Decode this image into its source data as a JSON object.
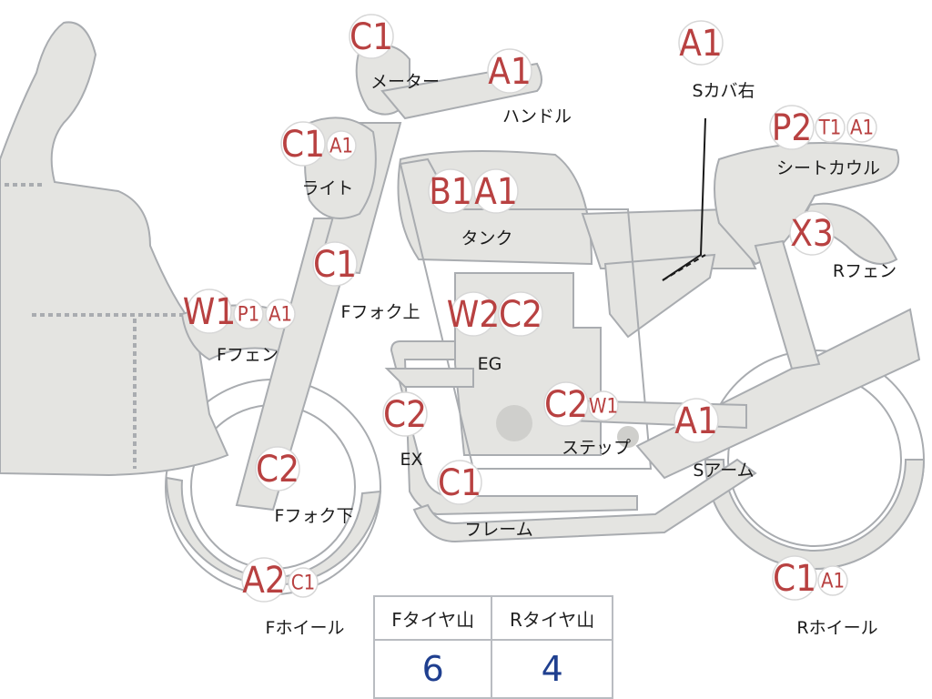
{
  "parts": [
    {
      "key": "meter",
      "label": "メーター",
      "codes": [
        "C1"
      ]
    },
    {
      "key": "handle",
      "label": "ハンドル",
      "codes": [
        "A1"
      ]
    },
    {
      "key": "light",
      "label": "ライト",
      "codes": [
        "C1",
        "A1"
      ]
    },
    {
      "key": "tank",
      "label": "タンク",
      "codes": [
        "B1",
        "A1"
      ]
    },
    {
      "key": "f-fork-upper",
      "label": "Fフォク上",
      "codes": [
        "C1"
      ]
    },
    {
      "key": "f-fender",
      "label": "Fフェン",
      "codes": [
        "W1",
        "P1",
        "A1"
      ]
    },
    {
      "key": "engine",
      "label": "EG",
      "codes": [
        "W2",
        "C2"
      ]
    },
    {
      "key": "exhaust",
      "label": "EX",
      "codes": [
        "C2"
      ]
    },
    {
      "key": "f-fork-lower",
      "label": "Fフォク下",
      "codes": [
        "C2"
      ]
    },
    {
      "key": "frame",
      "label": "フレーム",
      "codes": [
        "C1"
      ]
    },
    {
      "key": "step",
      "label": "ステップ",
      "codes": [
        "C2",
        "W1"
      ]
    },
    {
      "key": "s-arm",
      "label": "Sアーム",
      "codes": [
        "A1"
      ]
    },
    {
      "key": "f-wheel",
      "label": "Fホイール",
      "codes": [
        "A2",
        "C1"
      ]
    },
    {
      "key": "r-wheel",
      "label": "Rホイール",
      "codes": [
        "C1",
        "A1"
      ]
    },
    {
      "key": "s-cover-right",
      "label": "Sカバ右",
      "codes": [
        "A1"
      ]
    },
    {
      "key": "seat-cowl",
      "label": "シートカウル",
      "codes": [
        "P2",
        "T1",
        "A1"
      ]
    },
    {
      "key": "r-fender",
      "label": "Rフェン",
      "codes": [
        "X3"
      ]
    }
  ],
  "tire_table": {
    "headers": [
      "Fタイヤ山",
      "Rタイヤ山"
    ],
    "values": [
      "6",
      "4"
    ]
  },
  "colors": {
    "code_text": "#b84141",
    "tire_value_text": "#1f3f8f",
    "part_fill": "#e4e4e1",
    "part_stroke": "#a9acb0"
  }
}
